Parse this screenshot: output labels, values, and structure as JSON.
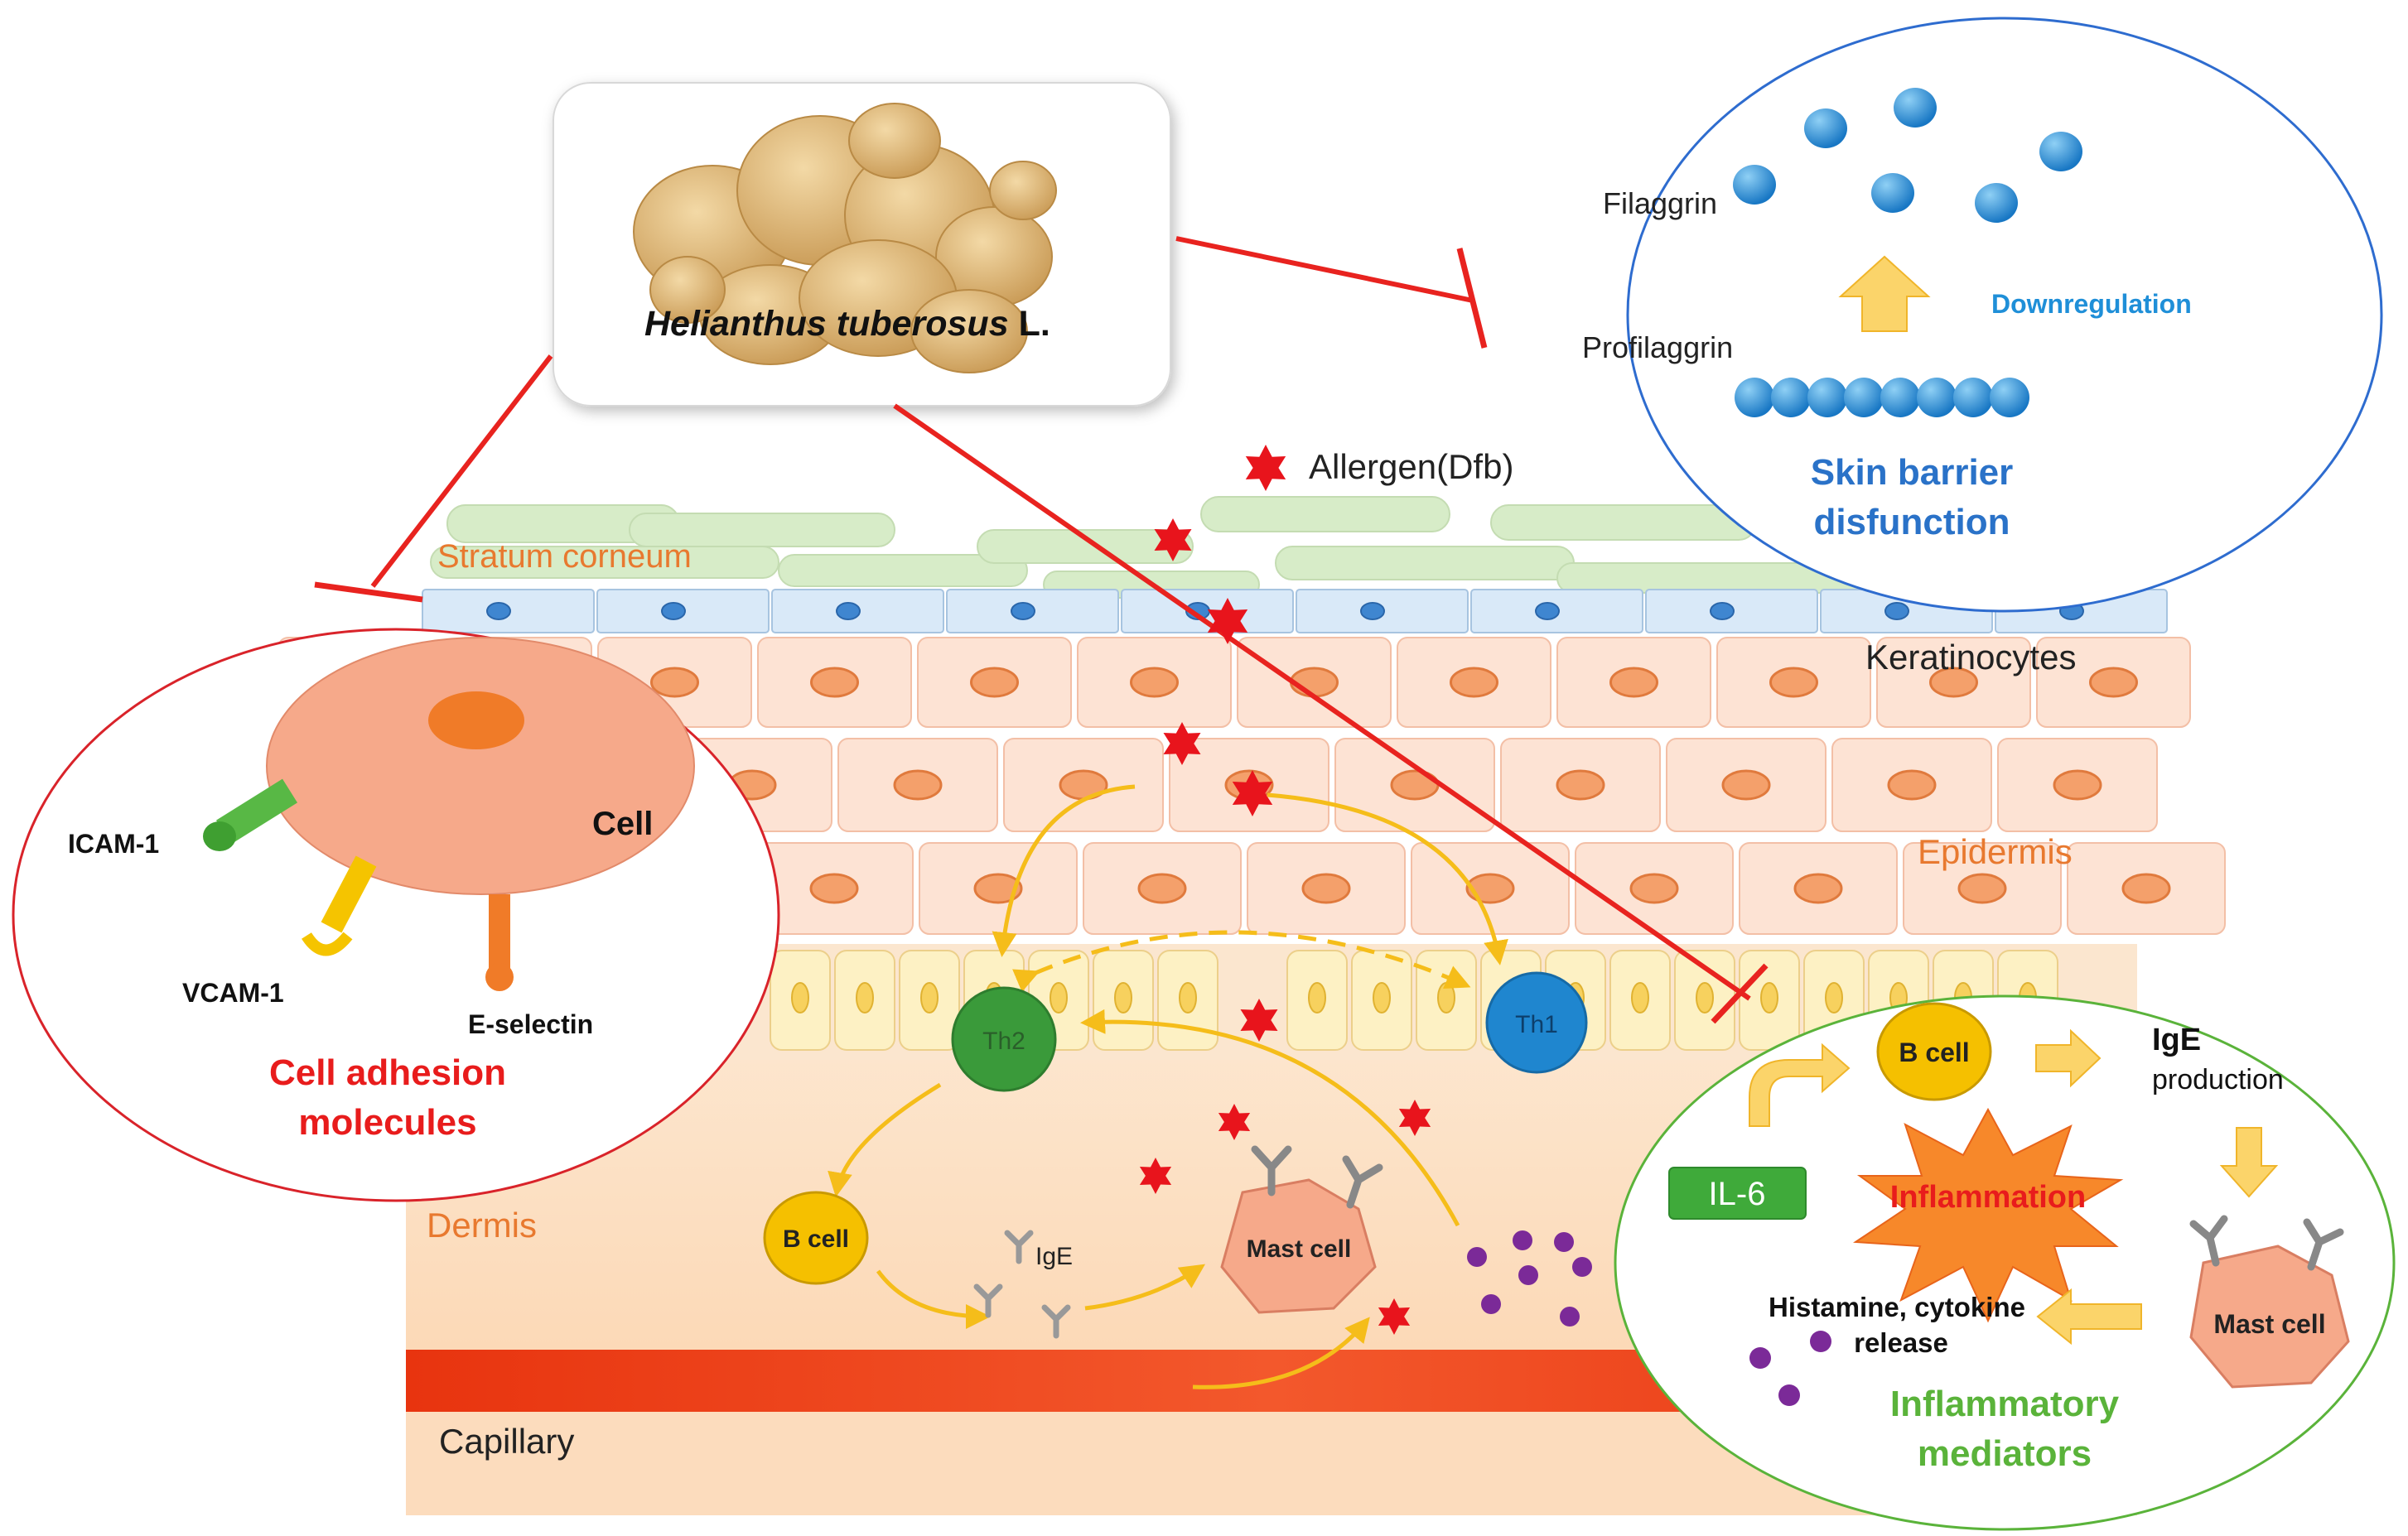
{
  "plant": {
    "name_italic": "Helianthus tuberosus",
    "name_suffix": " L."
  },
  "barrier": {
    "filaggrin": "Filaggrin",
    "profilaggrin": "Profilaggrin",
    "downregulation": "Downregulation",
    "title_line1": "Skin barrier",
    "title_line2": "disfunction"
  },
  "allergen_legend": "Allergen(Dfb)",
  "layers": {
    "stratum_corneum": "Stratum corneum",
    "keratinocytes": "Keratinocytes",
    "epidermis": "Epidermis",
    "dermis": "Dermis",
    "capillary": "Capillary"
  },
  "adhesion": {
    "cell": "Cell",
    "icam": "ICAM-1",
    "vcam": "VCAM-1",
    "eselectin": "E-selectin",
    "title_line1": "Cell adhesion",
    "title_line2": "molecules"
  },
  "immune": {
    "th2": "Th2",
    "th1": "Th1",
    "bcell": "B cell",
    "ige": "IgE",
    "mast": "Mast cell"
  },
  "inflam": {
    "bcell": "B cell",
    "ige": "IgE",
    "production": "production",
    "il6": "IL-6",
    "inflammation": "Inflammation",
    "release_line1": "Histamine, cytokine",
    "release_line2": "release",
    "mast": "Mast cell",
    "title_line1": "Inflammatory",
    "title_line2": "mediators"
  },
  "colors": {
    "inhibit": "#e8231f",
    "arrow": "#f5bd1a",
    "star": "#e8141c",
    "layer_label": "#e8792f",
    "barrier_title": "#2a72c8",
    "adhesion_title": "#e81c1c",
    "inflam_title": "#5ab33a"
  }
}
